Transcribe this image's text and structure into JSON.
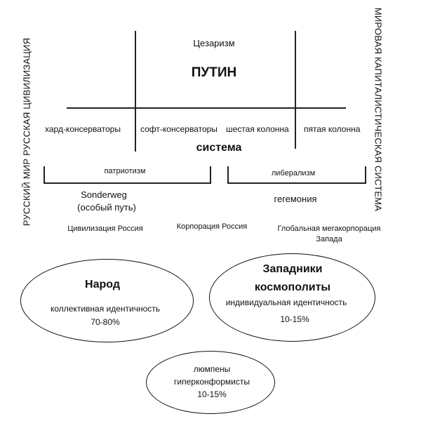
{
  "top": {
    "caesarism": "Цезаризм",
    "putin": "ПУТИН"
  },
  "quadrant_labels": {
    "hard_conservatives": "хард-консерваторы",
    "soft_conservatives": "софт-консерваторы",
    "sixth_column": "шестая колонна",
    "fifth_column": "пятая колонна"
  },
  "system": "система",
  "brackets": {
    "patriotism": "патриотизм",
    "liberalism": "либерализм"
  },
  "left_block": {
    "sonderweg": "Sonderweg",
    "special_path": "(особый путь)",
    "civilization_russia": "Цивилизация Россия"
  },
  "middle_block": {
    "corporation_russia": "Корпорация Россия"
  },
  "right_block": {
    "hegemony": "гегемония",
    "global_megacorp_line1": "Глобальная мегакорпорация",
    "global_megacorp_line2": "Запада"
  },
  "side_labels": {
    "left": "РУССКИЙ МИР РУССКАЯ ЦИВИЛИЗАЦИЯ",
    "right": "МИРОВАЯ КАПИТАЛИСТИЧЕСКАЯ СИСТЕМА"
  },
  "ellipses": {
    "people": {
      "title": "Народ",
      "subtitle": "коллективная идентичность",
      "share": "70-80%"
    },
    "westernizers": {
      "title_line1": "Западники",
      "title_line2": "космополиты",
      "subtitle": "индивидуальная идентичность",
      "share": "10-15%"
    },
    "lumpen": {
      "line1": "люмпены",
      "line2": "гиперконформисты",
      "share": "10-15%"
    }
  }
}
